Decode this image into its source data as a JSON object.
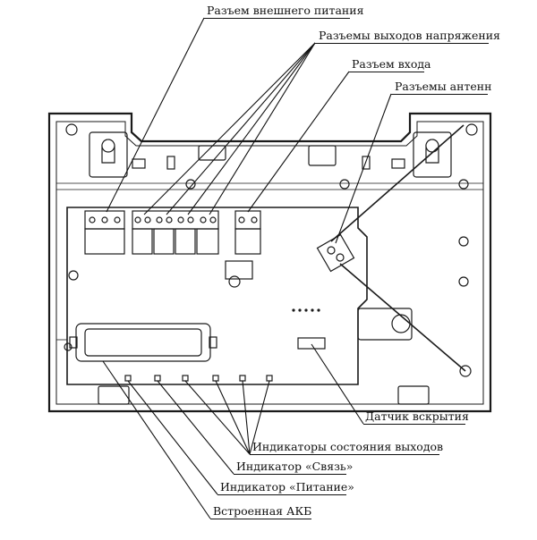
{
  "callouts": {
    "external_power": "Разъем внешнего питания",
    "voltage_outputs": "Разъемы выходов напряжения",
    "input": "Разъем входа",
    "antenna": "Разъемы антенн",
    "tamper": "Датчик вскрытия",
    "output_indicators": "Индикаторы состояния выходов",
    "link_indicator": "Индикатор «Связь»",
    "power_indicator": "Индикатор «Питание»",
    "battery": "Встроенная АКБ"
  }
}
